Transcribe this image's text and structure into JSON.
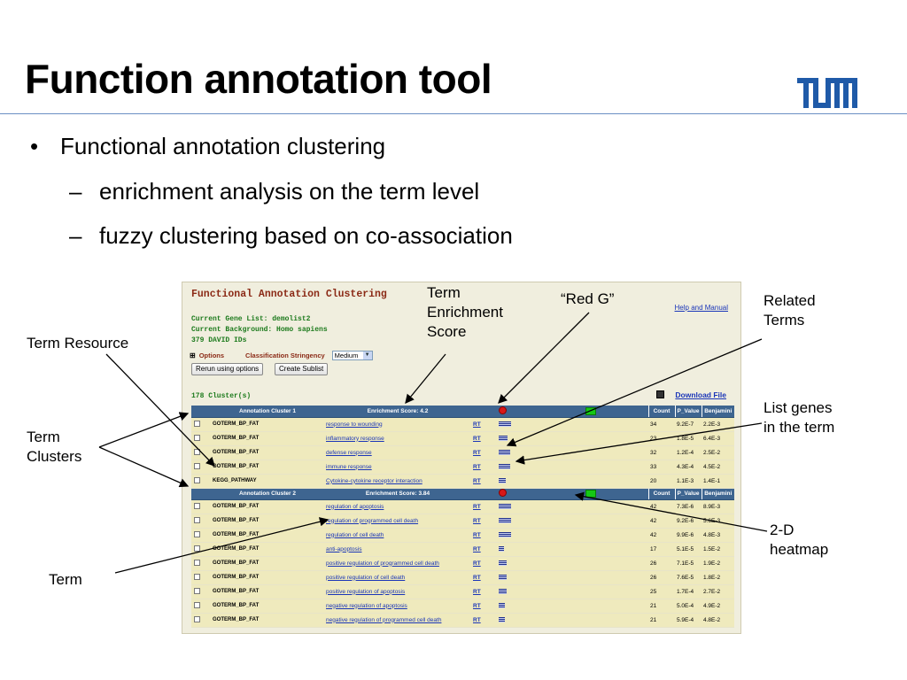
{
  "slide": {
    "title": "Function annotation tool",
    "bullet": "Functional annotation clustering",
    "subbullets": [
      "enrichment analysis on the term level",
      "fuzzy clustering based on co-association"
    ],
    "bullet_marker": "•",
    "dash_marker": "–"
  },
  "logo": {
    "name": "TUM",
    "color": "#1f5aa8"
  },
  "annotations": {
    "term_enrichment_score": [
      "Term",
      "Enrichment",
      "Score"
    ],
    "red_g": "“Red G”",
    "related_terms": [
      "Related",
      "Terms"
    ],
    "term_resource": "Term Resource",
    "list_genes": [
      "List genes",
      "in the term"
    ],
    "term_clusters": [
      "Term",
      "Clusters"
    ],
    "heatmap": [
      "2-D",
      "heatmap"
    ],
    "term": "Term"
  },
  "david": {
    "title": "Functional Annotation Clustering",
    "help_link": "Help and Manual",
    "gene_list": "Current Gene List: demolist2",
    "background": "Current Background: Homo sapiens",
    "ids": "379 DAVID IDs",
    "options_label": "Options",
    "stringency_label": "Classification Stringency",
    "stringency_value": "Medium",
    "rerun_button": "Rerun using options",
    "sublist_button": "Create Sublist",
    "cluster_count": "178 Cluster(s)",
    "download_link": "Download File",
    "col_count": "Count",
    "col_pvalue": "P_Value",
    "col_benjamini": "Benjamini",
    "rt_label": "RT",
    "clusters": [
      {
        "name": "Annotation Cluster 1",
        "score": "Enrichment Score: 4.2",
        "rows": [
          {
            "cat": "GOTERM_BP_FAT",
            "term": "response to wounding",
            "count": "34",
            "p": "9.2E-7",
            "b": "2.2E-3",
            "bar": 1.0
          },
          {
            "cat": "GOTERM_BP_FAT",
            "term": "inflammatory response",
            "count": "23",
            "p": "1.8E-5",
            "b": "6.4E-3",
            "bar": 0.7
          },
          {
            "cat": "GOTERM_BP_FAT",
            "term": "defense response",
            "count": "32",
            "p": "1.2E-4",
            "b": "2.5E-2",
            "bar": 0.9
          },
          {
            "cat": "GOTERM_BP_FAT",
            "term": "immune response",
            "count": "33",
            "p": "4.3E-4",
            "b": "4.5E-2",
            "bar": 0.95
          },
          {
            "cat": "KEGG_PATHWAY",
            "term": "Cytokine-cytokine receptor interaction",
            "count": "20",
            "p": "1.1E-3",
            "b": "1.4E-1",
            "bar": 0.6
          }
        ]
      },
      {
        "name": "Annotation Cluster 2",
        "score": "Enrichment Score: 3.84",
        "rows": [
          {
            "cat": "GOTERM_BP_FAT",
            "term": "regulation of apoptosis",
            "count": "42",
            "p": "7.3E-6",
            "b": "8.9E-3",
            "bar": 1.0
          },
          {
            "cat": "GOTERM_BP_FAT",
            "term": "regulation of programmed cell death",
            "count": "42",
            "p": "9.2E-6",
            "b": "5.6E-3",
            "bar": 1.0
          },
          {
            "cat": "GOTERM_BP_FAT",
            "term": "regulation of cell death",
            "count": "42",
            "p": "9.9E-6",
            "b": "4.8E-3",
            "bar": 1.0
          },
          {
            "cat": "GOTERM_BP_FAT",
            "term": "anti-apoptosis",
            "count": "17",
            "p": "5.1E-5",
            "b": "1.5E-2",
            "bar": 0.45
          },
          {
            "cat": "GOTERM_BP_FAT",
            "term": "positive regulation of programmed cell death",
            "count": "26",
            "p": "7.1E-5",
            "b": "1.9E-2",
            "bar": 0.65
          },
          {
            "cat": "GOTERM_BP_FAT",
            "term": "positive regulation of cell death",
            "count": "26",
            "p": "7.6E-5",
            "b": "1.8E-2",
            "bar": 0.65
          },
          {
            "cat": "GOTERM_BP_FAT",
            "term": "positive regulation of apoptosis",
            "count": "25",
            "p": "1.7E-4",
            "b": "2.7E-2",
            "bar": 0.62
          },
          {
            "cat": "GOTERM_BP_FAT",
            "term": "negative regulation of apoptosis",
            "count": "21",
            "p": "5.0E-4",
            "b": "4.9E-2",
            "bar": 0.52
          },
          {
            "cat": "GOTERM_BP_FAT",
            "term": "negative regulation of programmed cell death",
            "count": "21",
            "p": "5.9E-4",
            "b": "4.8E-2",
            "bar": 0.52
          }
        ]
      }
    ]
  }
}
